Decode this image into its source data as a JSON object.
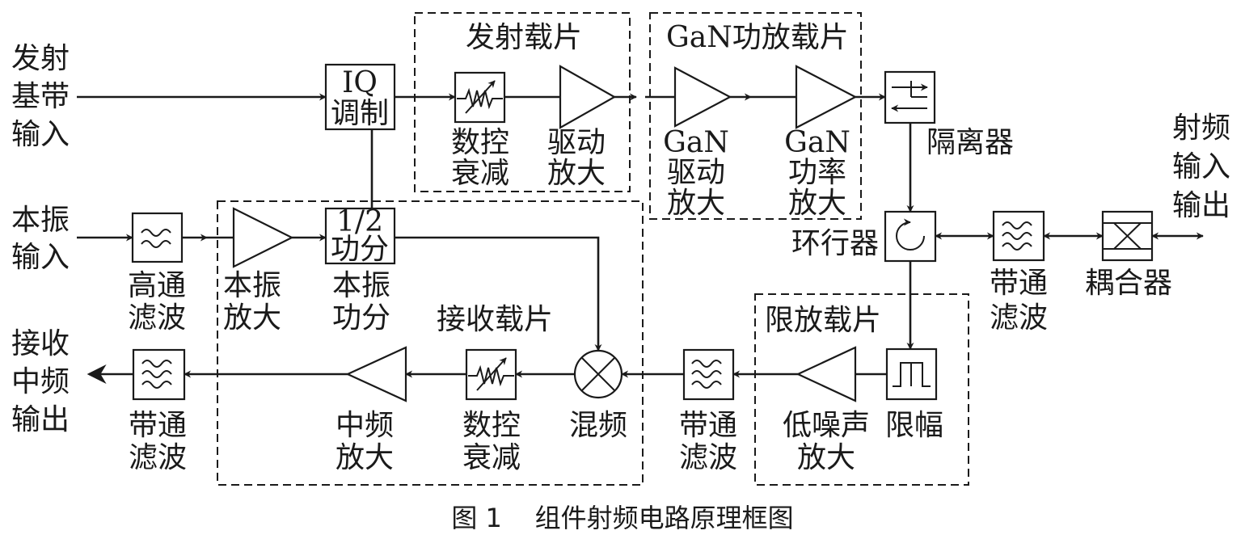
{
  "diagram": {
    "groups": {
      "tx_carrier": "发射载片",
      "gan_carrier": "GaN功放载片",
      "rx_carrier": "接收载片",
      "limiter_carrier": "限放载片"
    },
    "ports": {
      "tx_baseband_in": [
        "发射",
        "基带",
        "输入"
      ],
      "lo_in": [
        "本振",
        "输入"
      ],
      "rx_if_out": [
        "接收",
        "中频",
        "输出"
      ],
      "rf_io": [
        "射频",
        "输入",
        "输出"
      ]
    },
    "blocks": {
      "iq_mod": [
        "IQ",
        "调制"
      ],
      "tx_atten": [
        "数控",
        "衰减"
      ],
      "drive_amp": [
        "驱动",
        "放大"
      ],
      "gan_drive": [
        "GaN",
        "驱动",
        "放大"
      ],
      "gan_power": [
        "GaN",
        "功率",
        "放大"
      ],
      "isolator": "隔离器",
      "circulator": "环行器",
      "rf_bpf": [
        "带通",
        "滤波"
      ],
      "coupler": "耦合器",
      "hpf": [
        "高通",
        "滤波"
      ],
      "lo_amp": [
        "本振",
        "放大"
      ],
      "splitter_symbol": [
        "1/2",
        "功分"
      ],
      "splitter": [
        "本振",
        "功分"
      ],
      "limiter": "限幅",
      "lna": [
        "低噪声",
        "放大"
      ],
      "rx_bpf": [
        "带通",
        "滤波"
      ],
      "mixer": "混频",
      "rx_atten": [
        "数控",
        "衰减"
      ],
      "if_amp": [
        "中频",
        "放大"
      ],
      "if_bpf": [
        "带通",
        "滤波"
      ]
    },
    "caption": "图 1    组件射频电路原理框图"
  }
}
